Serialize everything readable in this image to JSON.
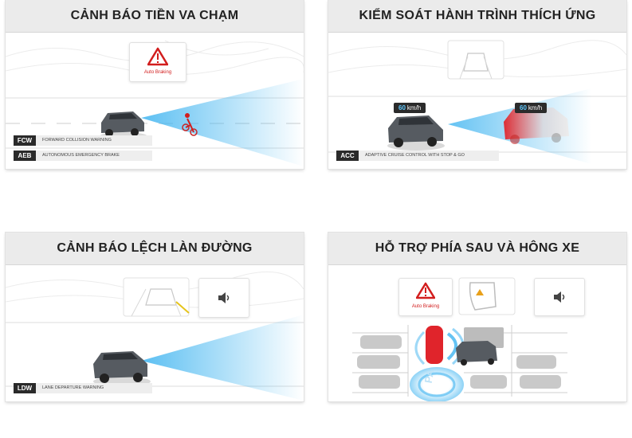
{
  "panels": {
    "fcw": {
      "title": "CẢNH BÁO TIỀN VA CHẠM",
      "alert_label": "Auto Braking",
      "tags": [
        {
          "code": "FCW",
          "desc": "FORWARD COLLISION WARNING"
        },
        {
          "code": "AEB",
          "desc": "AUTONOMOUS EMERGENCY BRAKE"
        }
      ]
    },
    "acc": {
      "title": "KIỂM SOÁT HÀNH TRÌNH THÍCH ỨNG",
      "speed_own_value": "60",
      "speed_own_unit": "km/h",
      "speed_front_value": "60",
      "speed_front_unit": "km/h",
      "tags": [
        {
          "code": "ACC",
          "desc": "ADAPTIVE CRUISE CONTROL WITH STOP & GO"
        }
      ]
    },
    "ldw": {
      "title": "CẢNH BÁO LỆCH LÀN ĐƯỜNG",
      "tags": [
        {
          "code": "LDW",
          "desc": "LANE DEPARTURE WARNING"
        }
      ]
    },
    "rear": {
      "title": "HỖ TRỢ PHÍA SAU VÀ HÔNG XE",
      "alert_label": "Auto Braking",
      "park_text": "PA"
    }
  },
  "colors": {
    "sensor_beam": "#3fb4f0",
    "warning_red": "#d21e1e",
    "tag_dark": "#2a2a2a",
    "car_body": "#565b61",
    "header_bg": "#ebebeb"
  },
  "icons": [
    "warning-triangle-icon",
    "speaker-icon",
    "car-icon",
    "cyclist-icon",
    "side-mirror-icon"
  ]
}
